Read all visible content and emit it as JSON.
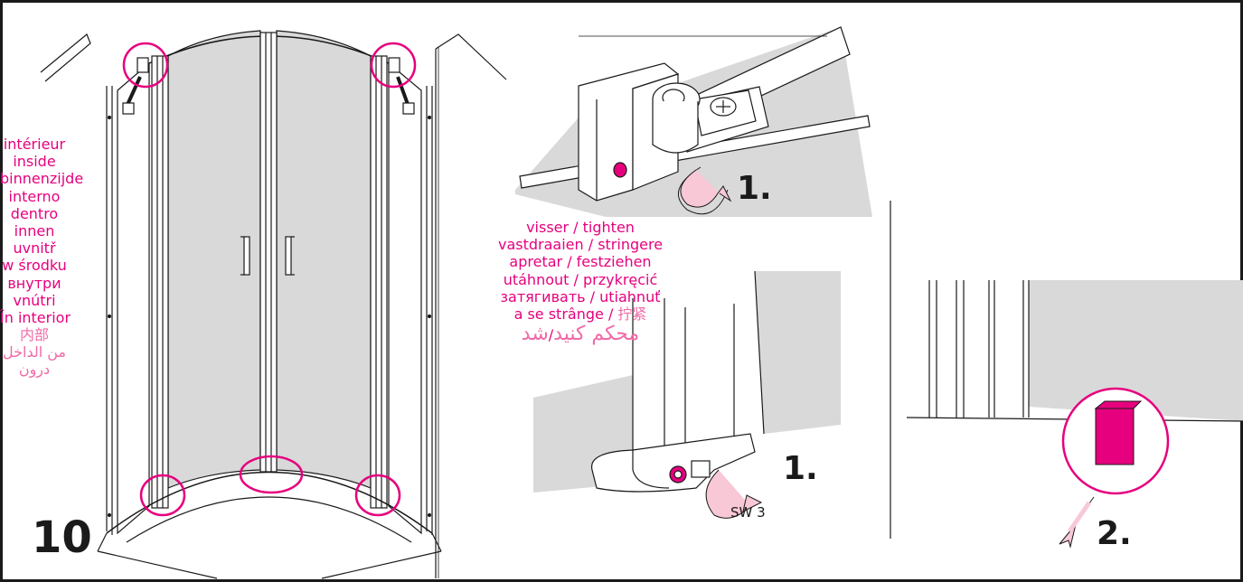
{
  "step_number": "10",
  "inside_label": {
    "lines": [
      "intérieur",
      "inside",
      "binnenzijde",
      "interno",
      "dentro",
      "innen",
      "uvnitř",
      "w środku",
      "внутри",
      "vnútri",
      "În interior",
      "内部",
      "من الداخل",
      "درون"
    ]
  },
  "tighten_label": {
    "line1": "visser / tighten",
    "line2": "vastdraaien / stringere",
    "line3": "apretar / festziehen",
    "line4": "utáhnout / przykręcić",
    "line5": "затягивать / utiahnuť",
    "line6_latin": "a se strânge / ",
    "line6_cjk": "拧紧",
    "line7_fa": "محکم کنید",
    "line7_sep": "/",
    "line7_ar": "شد"
  },
  "step_labels": {
    "top_detail": "1.",
    "bottom_detail": "1.",
    "right_detail": "2."
  },
  "tool_label": "SW 3",
  "colors": {
    "accent": "#e6007e",
    "accent_soft": "#f06aa8",
    "arrow_fill": "#f8c8d6",
    "glass_gray": "#d9d9d9",
    "line": "#1a1a1a"
  }
}
